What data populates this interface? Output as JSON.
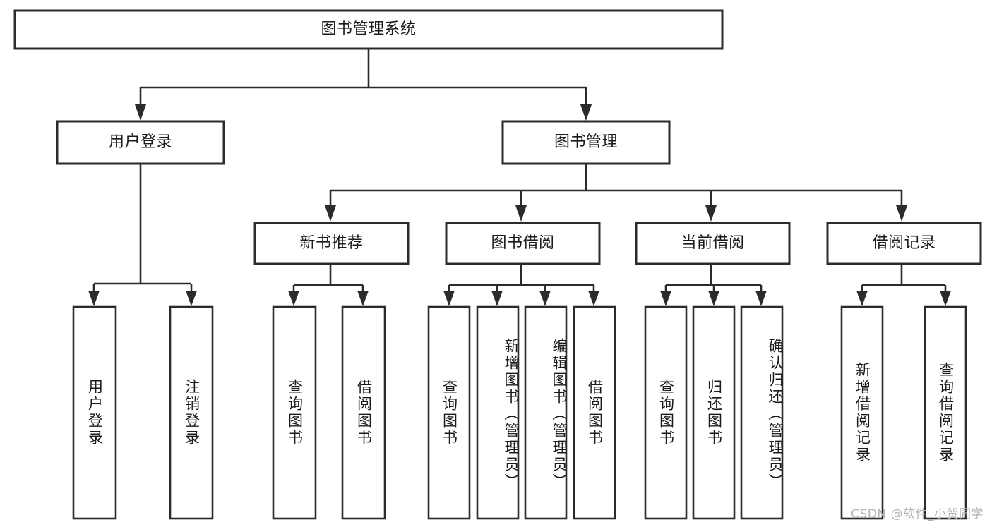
{
  "diagram": {
    "type": "tree",
    "title": "图书管理系统",
    "watermark": "CSDN @软件_小贺同学",
    "colors": {
      "stroke": "#2b2b2b",
      "fill": "#ffffff",
      "text": "#1b1b1b",
      "watermark": "#b4b4b4"
    },
    "levels": {
      "root": {
        "label": "图书管理系统"
      },
      "level2": [
        {
          "id": "user-login",
          "label": "用户登录"
        },
        {
          "id": "book-manage",
          "label": "图书管理"
        }
      ],
      "level3": [
        {
          "id": "new-book-rec",
          "label": "新书推荐"
        },
        {
          "id": "book-borrow",
          "label": "图书借阅"
        },
        {
          "id": "current-borrow",
          "label": "当前借阅"
        },
        {
          "id": "borrow-record",
          "label": "借阅记录"
        }
      ],
      "leaves": [
        {
          "id": "leaf-user-login",
          "label": "用户登录",
          "parent": "user-login"
        },
        {
          "id": "leaf-user-logout",
          "label": "注销登录",
          "parent": "user-login"
        },
        {
          "id": "leaf-query-book-1",
          "label": "查询图书",
          "parent": "new-book-rec"
        },
        {
          "id": "leaf-borrow-book-1",
          "label": "借阅图书",
          "parent": "new-book-rec"
        },
        {
          "id": "leaf-query-book-2",
          "label": "查询图书",
          "parent": "book-borrow"
        },
        {
          "id": "leaf-add-book",
          "label": "新增图书（管理员）",
          "parent": "book-borrow"
        },
        {
          "id": "leaf-edit-book",
          "label": "编辑图书（管理员）",
          "parent": "book-borrow"
        },
        {
          "id": "leaf-borrow-book-2",
          "label": "借阅图书",
          "parent": "book-borrow"
        },
        {
          "id": "leaf-query-book-3",
          "label": "查询图书",
          "parent": "current-borrow"
        },
        {
          "id": "leaf-return-book",
          "label": "归还图书",
          "parent": "current-borrow"
        },
        {
          "id": "leaf-confirm-return",
          "label": "确认归还（管理员）",
          "parent": "current-borrow"
        },
        {
          "id": "leaf-add-record",
          "label": "新增借阅记录",
          "parent": "borrow-record"
        },
        {
          "id": "leaf-query-record",
          "label": "查询借阅记录",
          "parent": "borrow-record"
        }
      ]
    }
  }
}
